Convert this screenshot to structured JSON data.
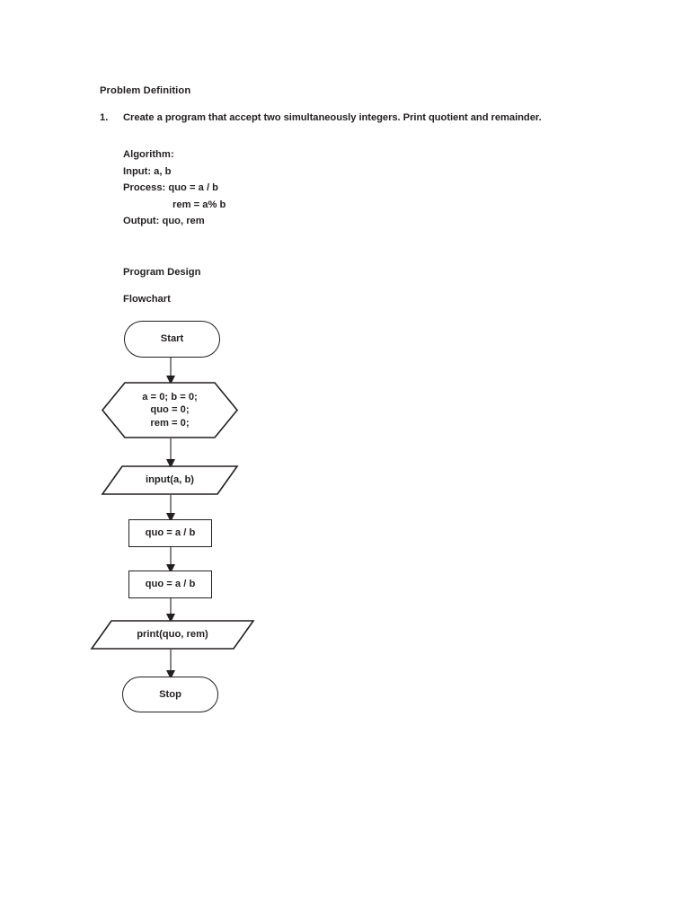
{
  "document": {
    "section_title": "Problem Definition",
    "item": {
      "number": "1.",
      "text": "Create a program that accept two simultaneously integers. Print quotient and remainder."
    },
    "algorithm": {
      "title": "Algorithm:",
      "input_line": "Input: a, b",
      "process_line": "Process: quo = a / b",
      "process_line_2": "rem = a% b",
      "output_line": "Output: quo, rem"
    },
    "program_design": {
      "title": "Program Design",
      "flowchart_label": "Flowchart"
    }
  },
  "flowchart": {
    "nodes": [
      {
        "id": "start",
        "shape": "terminator",
        "label": "Start"
      },
      {
        "id": "init",
        "shape": "hexagon",
        "label": "a = 0; b = 0;\nquo = 0;\nrem = 0;"
      },
      {
        "id": "input",
        "shape": "parallelogram",
        "label": "input(a, b)"
      },
      {
        "id": "proc1",
        "shape": "process",
        "label": "quo = a / b"
      },
      {
        "id": "proc2",
        "shape": "process",
        "label": "quo = a / b"
      },
      {
        "id": "output",
        "shape": "parallelogram",
        "label": "print(quo, rem)"
      },
      {
        "id": "stop",
        "shape": "terminator",
        "label": "Stop"
      }
    ]
  },
  "colors": {
    "page_background": "#ffffff",
    "ink": "#231f20",
    "shape_fill": "#ffffff",
    "shape_stroke": "#231f20"
  }
}
